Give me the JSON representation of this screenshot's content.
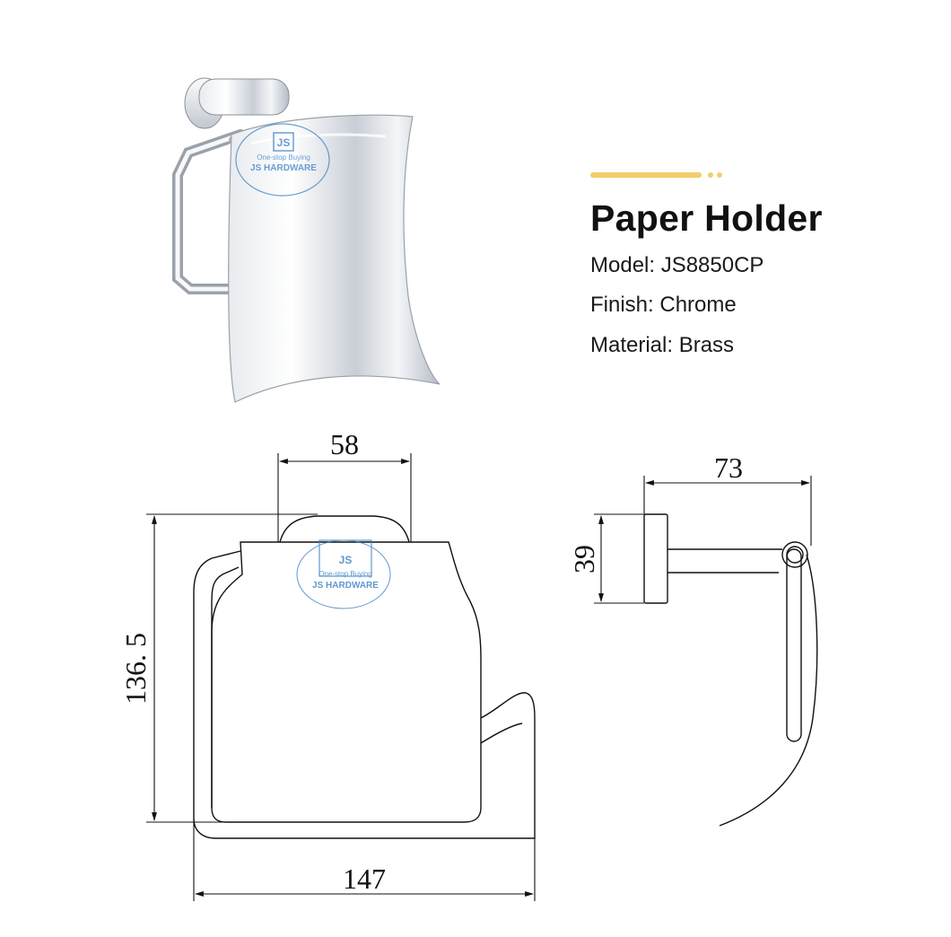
{
  "product": {
    "title": "Paper Holder",
    "specs": [
      {
        "label": "Model",
        "value": "JS8850CP",
        "text": "Model: JS8850CP"
      },
      {
        "label": "Finish",
        "value": "Chrome",
        "text": "Finish: Chrome"
      },
      {
        "label": "Material",
        "value": "Brass",
        "text": "Material: Brass"
      }
    ]
  },
  "watermark": {
    "brand": "JS HARDWARE",
    "tagline": "One-stop Buying",
    "monogram": "JS"
  },
  "dimensions": {
    "width_top": "58",
    "height": "136. 5",
    "width_bottom": "147",
    "depth": "73",
    "base_height": "39"
  },
  "colors": {
    "accent": "#f2cd6a",
    "watermark": "#3a7fc4",
    "line": "#111111"
  }
}
